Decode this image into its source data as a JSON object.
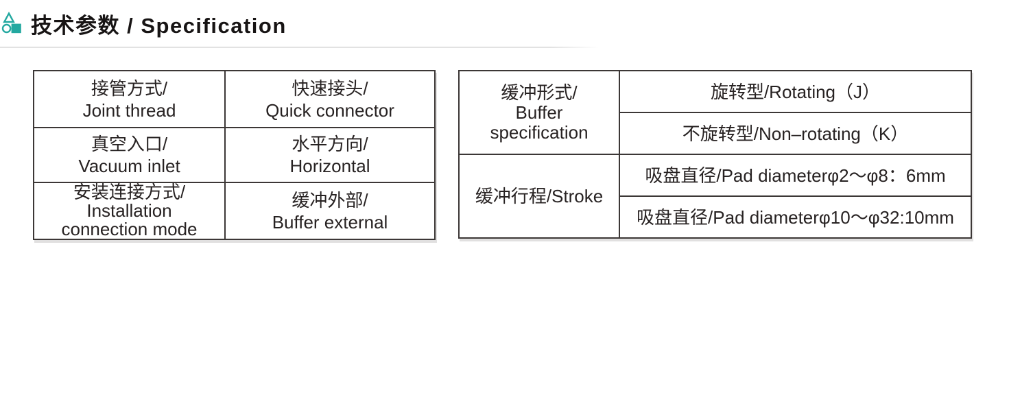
{
  "header": {
    "title": "技术参数 / Specification",
    "logo_icon": "triangle-circle-square-logo"
  },
  "colors": {
    "accent_teal": "#23a8a0",
    "table_border": "#3c3736",
    "text": "#272222",
    "header_rule": "#e2e2e2"
  },
  "left_table": {
    "rows": [
      {
        "param": {
          "lines": [
            "接管方式/",
            "Joint thread"
          ]
        },
        "value": {
          "lines": [
            "快速接头/",
            "Quick connector"
          ]
        }
      },
      {
        "param": {
          "lines": [
            "真空入口/",
            "Vacuum inlet"
          ]
        },
        "value": {
          "lines": [
            "水平方向/",
            "Horizontal"
          ]
        }
      },
      {
        "param": {
          "lines": [
            "安装连接方式/",
            "Installation",
            "connection mode"
          ]
        },
        "value": {
          "lines": [
            "缓冲外部/",
            "Buffer external"
          ]
        }
      }
    ]
  },
  "right_table": {
    "buffer_spec": {
      "lines": [
        "缓冲形式/",
        "Buffer",
        "specification"
      ]
    },
    "rotating": "旋转型/Rotating（J）",
    "non_rotating": "不旋转型/Non–rotating（K）",
    "stroke_label": "缓冲行程/Stroke",
    "stroke_small_pads": "吸盘直径/Pad diameterφ2～φ8：6mm",
    "stroke_large_pads": "吸盘直径/Pad diameterφ10～φ32:10mm"
  }
}
